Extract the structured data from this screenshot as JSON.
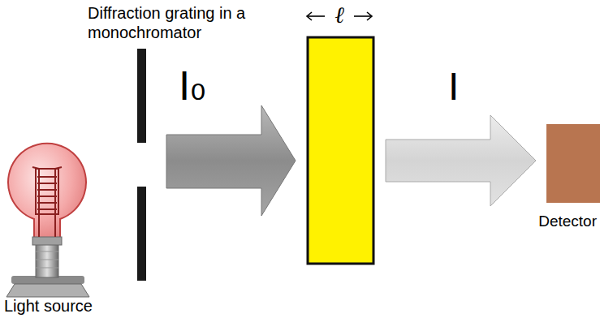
{
  "diagram": {
    "labels": [
      "Diffraction grating in a monochromator",
      "ℓ",
      "I₀",
      "I",
      "Detector",
      "Light source"
    ]
  }
}
